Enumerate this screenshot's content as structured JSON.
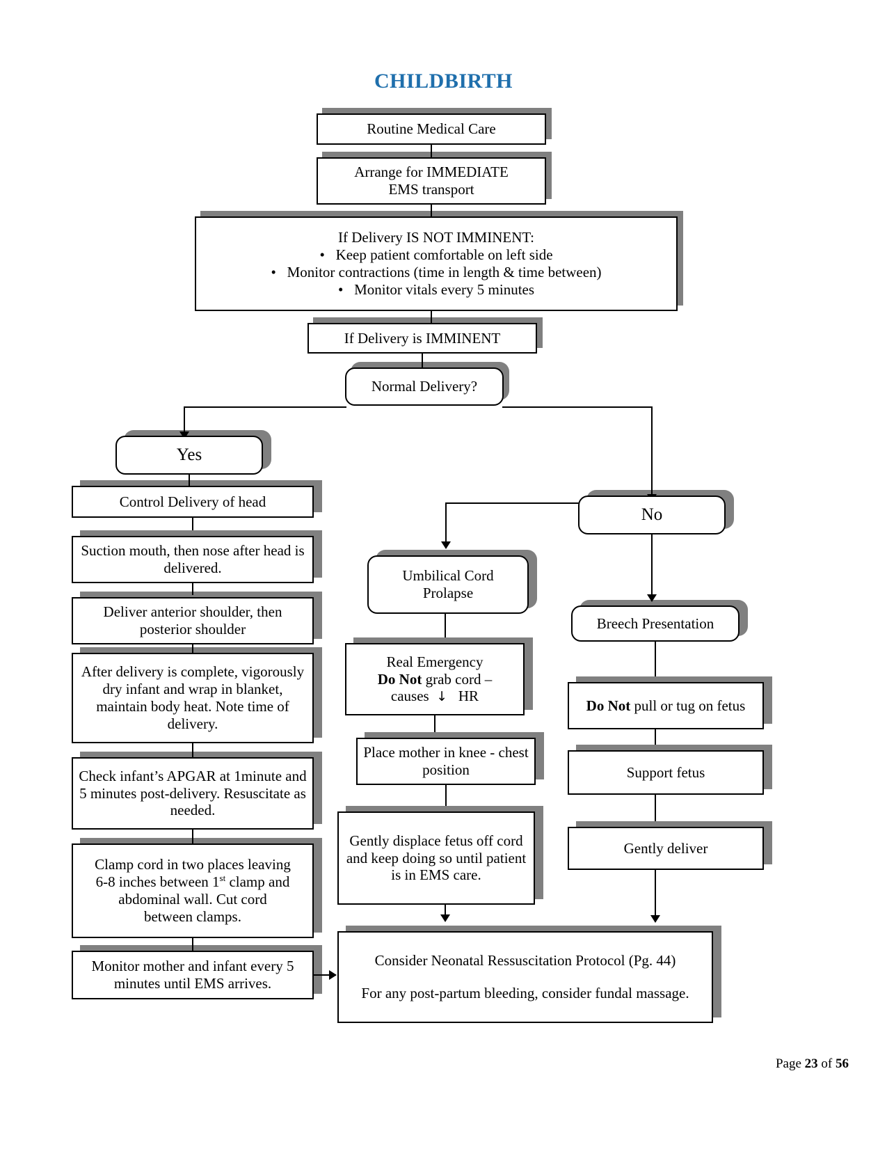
{
  "title": "CHILDBIRTH",
  "title_color": "#1F6FAC",
  "shadow_color": "#808080",
  "nodes": {
    "routine_medical_care": "Routine Medical Care",
    "arrange_ems": "Arrange for IMMEDIATE\nEMS transport",
    "not_imminent_heading": "If Delivery IS NOT IMMINENT:",
    "not_imminent_b1": "Keep patient comfortable on left side",
    "not_imminent_b2": "Monitor contractions (time in length & time between)",
    "not_imminent_b3": "Monitor vitals every 5 minutes",
    "imminent": "If Delivery is IMMINENT",
    "normal_delivery": "Normal Delivery?",
    "yes": "Yes",
    "no": "No",
    "control_head": "Control Delivery of head",
    "suction": "Suction mouth, then nose after head is delivered.",
    "shoulders": "Deliver anterior shoulder, then posterior shoulder",
    "after_delivery": "After delivery is complete, vigorously dry infant and wrap in blanket, maintain body heat. Note time of delivery.",
    "apgar": "Check infant’s APGAR at 1minute and 5 minutes post-delivery. Resuscitate as needed.",
    "clamp_l1": "Clamp cord in two places leaving",
    "clamp_l2_a": "6-8 inches between 1",
    "clamp_l2_sup": "st",
    "clamp_l2_b": " clamp and",
    "clamp_l3": "abdominal wall. Cut cord",
    "clamp_l4": "between clamps.",
    "monitor_mother": "Monitor mother and infant every 5 minutes until EMS arrives.",
    "umbilical_prolapse": "Umbilical Cord\nProlapse",
    "real_emergency_l1": "Real Emergency",
    "real_emergency_l2_bold": "Do Not",
    "real_emergency_l2_rest": " grab cord –",
    "real_emergency_l3_a": "causes",
    "real_emergency_l3_arrow": "↓",
    "real_emergency_l3_b": "HR",
    "knee_chest": "Place mother in knee - chest position",
    "displace_fetus": "Gently displace fetus off cord and keep doing so until patient is in EMS care.",
    "breech": "Breech Presentation",
    "do_not_pull_bold": "Do Not",
    "do_not_pull_rest": " pull or tug on fetus",
    "support_fetus": "Support fetus",
    "gently_deliver": "Gently deliver",
    "neonatal_l1": "Consider Neonatal Ressuscitation Protocol (Pg. 44)",
    "neonatal_l2": "For any post-partum bleeding, consider fundal massage."
  },
  "footer": {
    "page_word": "Page",
    "page_number": "23",
    "of_word": "of",
    "total_pages": "56"
  }
}
